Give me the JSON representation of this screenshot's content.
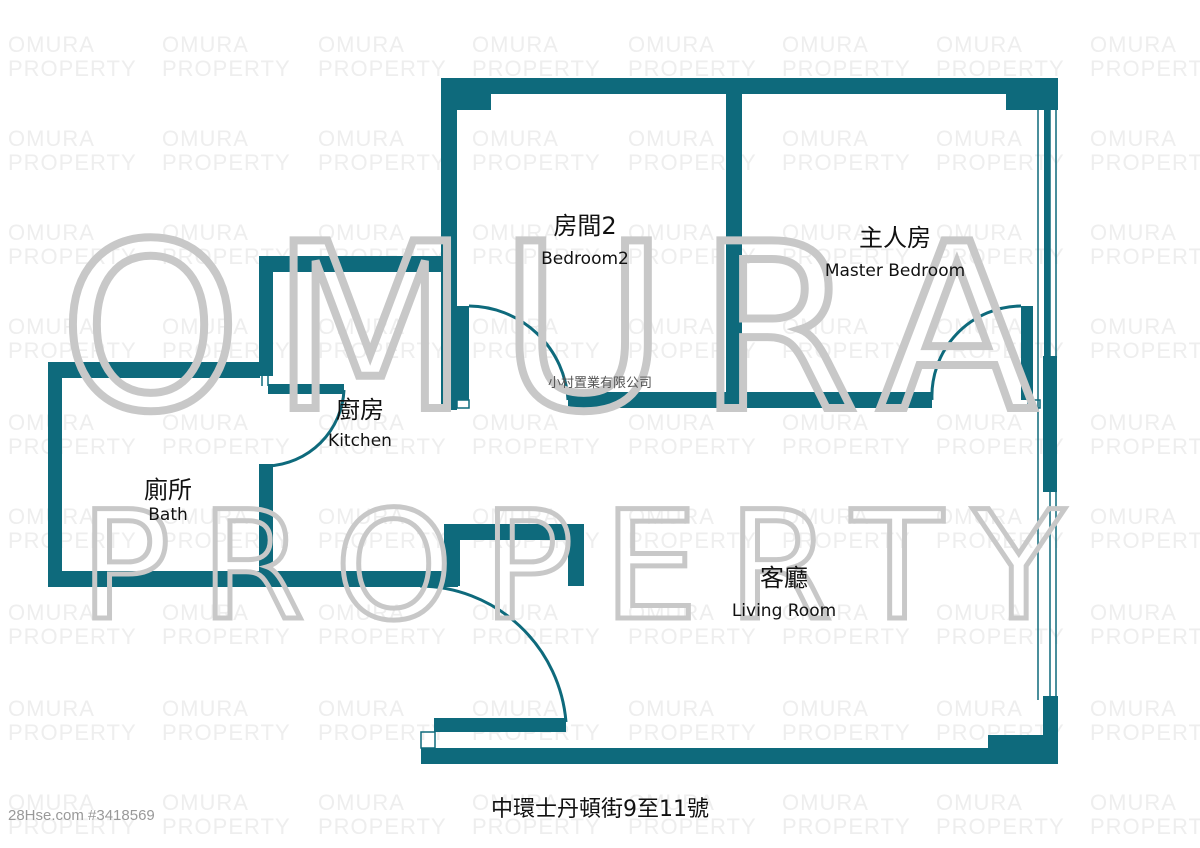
{
  "colors": {
    "wall": "#0e6a7c",
    "watermark_light": "#eeeeee",
    "watermark_big": "#c8c8c8"
  },
  "watermark": {
    "line1": "OMURA",
    "line2": "PROPERTY"
  },
  "rooms": {
    "bedroom2": {
      "zh": "房間2",
      "en": "Bedroom2"
    },
    "master": {
      "zh": "主人房",
      "en": "Master Bedroom"
    },
    "kitchen": {
      "zh": "廚房",
      "en": "Kitchen"
    },
    "bath": {
      "zh": "廁所",
      "en": "Bath"
    },
    "living": {
      "zh": "客廳",
      "en": "Living Room"
    }
  },
  "company": "小村置業有限公司",
  "address": "中環士丹頓街9至11號",
  "listing_ref": "28Hse.com #3418569"
}
